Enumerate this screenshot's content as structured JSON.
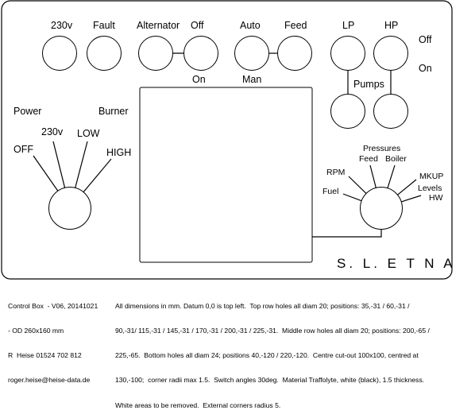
{
  "panel_title": "S. L.  E T N A",
  "top_row": {
    "v230": "230v",
    "fault": "Fault",
    "alternator": "Alternator",
    "off": "Off",
    "on": "On",
    "auto": "Auto",
    "feed": "Feed",
    "man": "Man",
    "lp": "LP",
    "hp": "HP",
    "off_right": "Off",
    "on_right": "On",
    "pumps": "Pumps"
  },
  "power_switch": {
    "power": "Power",
    "burner": "Burner",
    "off": "OFF",
    "v230": "230v",
    "low": "LOW",
    "high": "HIGH"
  },
  "gauge_switch": {
    "pressures": "Pressures",
    "feed": "Feed",
    "boiler": "Boiler",
    "rpm": "RPM",
    "fuel": "Fuel",
    "mkup": "MKUP",
    "levels": "Levels",
    "hw": "HW"
  },
  "notes_left": [
    "Control Box  - V06, 20141021",
    "- OD 260x160 mm",
    "R  Heise 01524 702 812",
    "roger.heise@heise-data.de"
  ],
  "notes_right": [
    "All dimensions in mm. Datum 0,0 is top left.  Top row holes all diam 20; positions: 35,-31 / 60,-31 /",
    "90,-31/ 115,-31 / 145,-31 / 170,-31 / 200,-31 / 225,-31.  Middle row holes all diam 20; positions: 200,-65 /",
    "225,-65.  Bottom holes all diam 24; positions 40,-120 / 220,-120.  Centre cut-out 100x100, centred at",
    "130,-100;  corner radii max 1.5.  Switch angles 30deg.  Material Traffolyte, white (black), 1.5 thickness.",
    "White areas to be removed.  External corners radius 5."
  ]
}
